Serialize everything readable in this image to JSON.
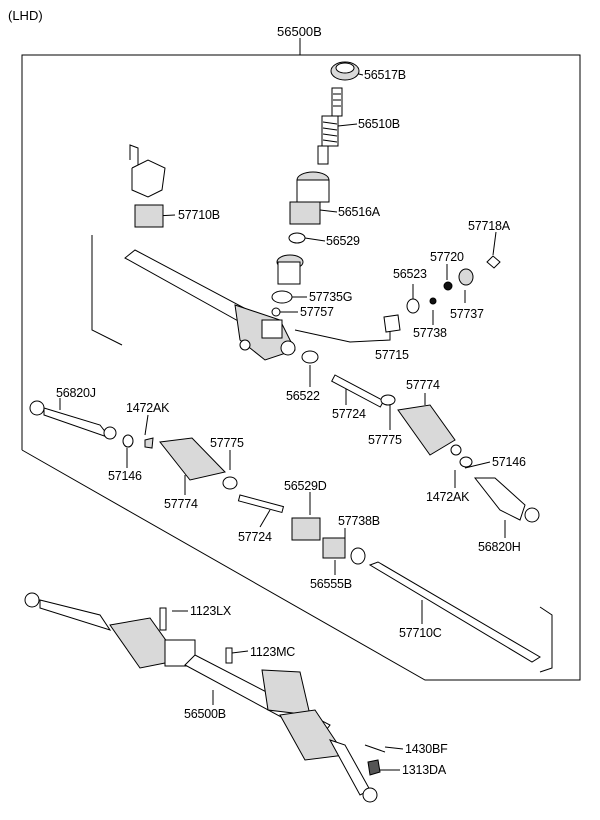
{
  "header": {
    "variant": "(LHD)",
    "assembly": "56500B"
  },
  "parts": [
    {
      "id": "56517B"
    },
    {
      "id": "56510B"
    },
    {
      "id": "56516A"
    },
    {
      "id": "56529"
    },
    {
      "id": "57710B"
    },
    {
      "id": "57718A"
    },
    {
      "id": "57720"
    },
    {
      "id": "56523"
    },
    {
      "id": "57735G"
    },
    {
      "id": "57757"
    },
    {
      "id": "57737"
    },
    {
      "id": "57738"
    },
    {
      "id": "57715"
    },
    {
      "id": "56522"
    },
    {
      "id": "57724"
    },
    {
      "id": "57774"
    },
    {
      "id": "57775"
    },
    {
      "id": "56820J"
    },
    {
      "id": "1472AK"
    },
    {
      "id": "57146"
    },
    {
      "id": "57775"
    },
    {
      "id": "57146"
    },
    {
      "id": "57774"
    },
    {
      "id": "56529D"
    },
    {
      "id": "1472AK"
    },
    {
      "id": "57738B"
    },
    {
      "id": "57724"
    },
    {
      "id": "56820H"
    },
    {
      "id": "56555B"
    },
    {
      "id": "57710C"
    },
    {
      "id": "1123LX"
    },
    {
      "id": "1123MC"
    },
    {
      "id": "56500B"
    },
    {
      "id": "1430BF"
    },
    {
      "id": "1313DA"
    }
  ]
}
